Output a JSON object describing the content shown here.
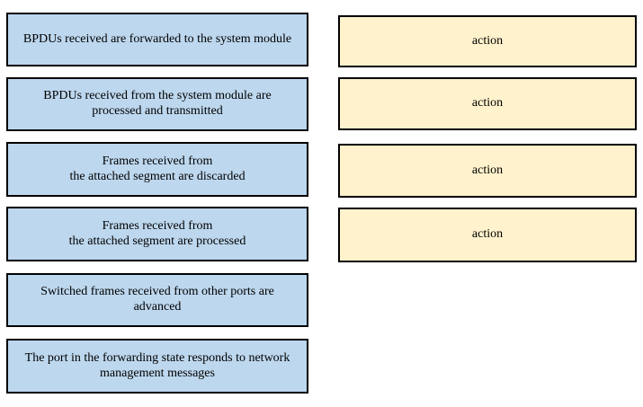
{
  "colors": {
    "background": "#ffffff",
    "statement_fill": "#bdd7ee",
    "action_fill": "#fff2cc",
    "border": "#000000",
    "text": "#000000"
  },
  "statements": [
    {
      "label": "BPDUs received are forwarded to the system module"
    },
    {
      "label": "BPDUs received from the system module are\nprocessed and transmitted"
    },
    {
      "label": "Frames received from\nthe attached segment are discarded"
    },
    {
      "label": "Frames received from\nthe attached segment are processed"
    },
    {
      "label": "Switched frames received from other ports are\nadvanced"
    },
    {
      "label": "The port in the forwarding state responds to network\nmanagement messages"
    }
  ],
  "actions": [
    {
      "label": "action"
    },
    {
      "label": "action"
    },
    {
      "label": "action"
    },
    {
      "label": "action"
    }
  ]
}
